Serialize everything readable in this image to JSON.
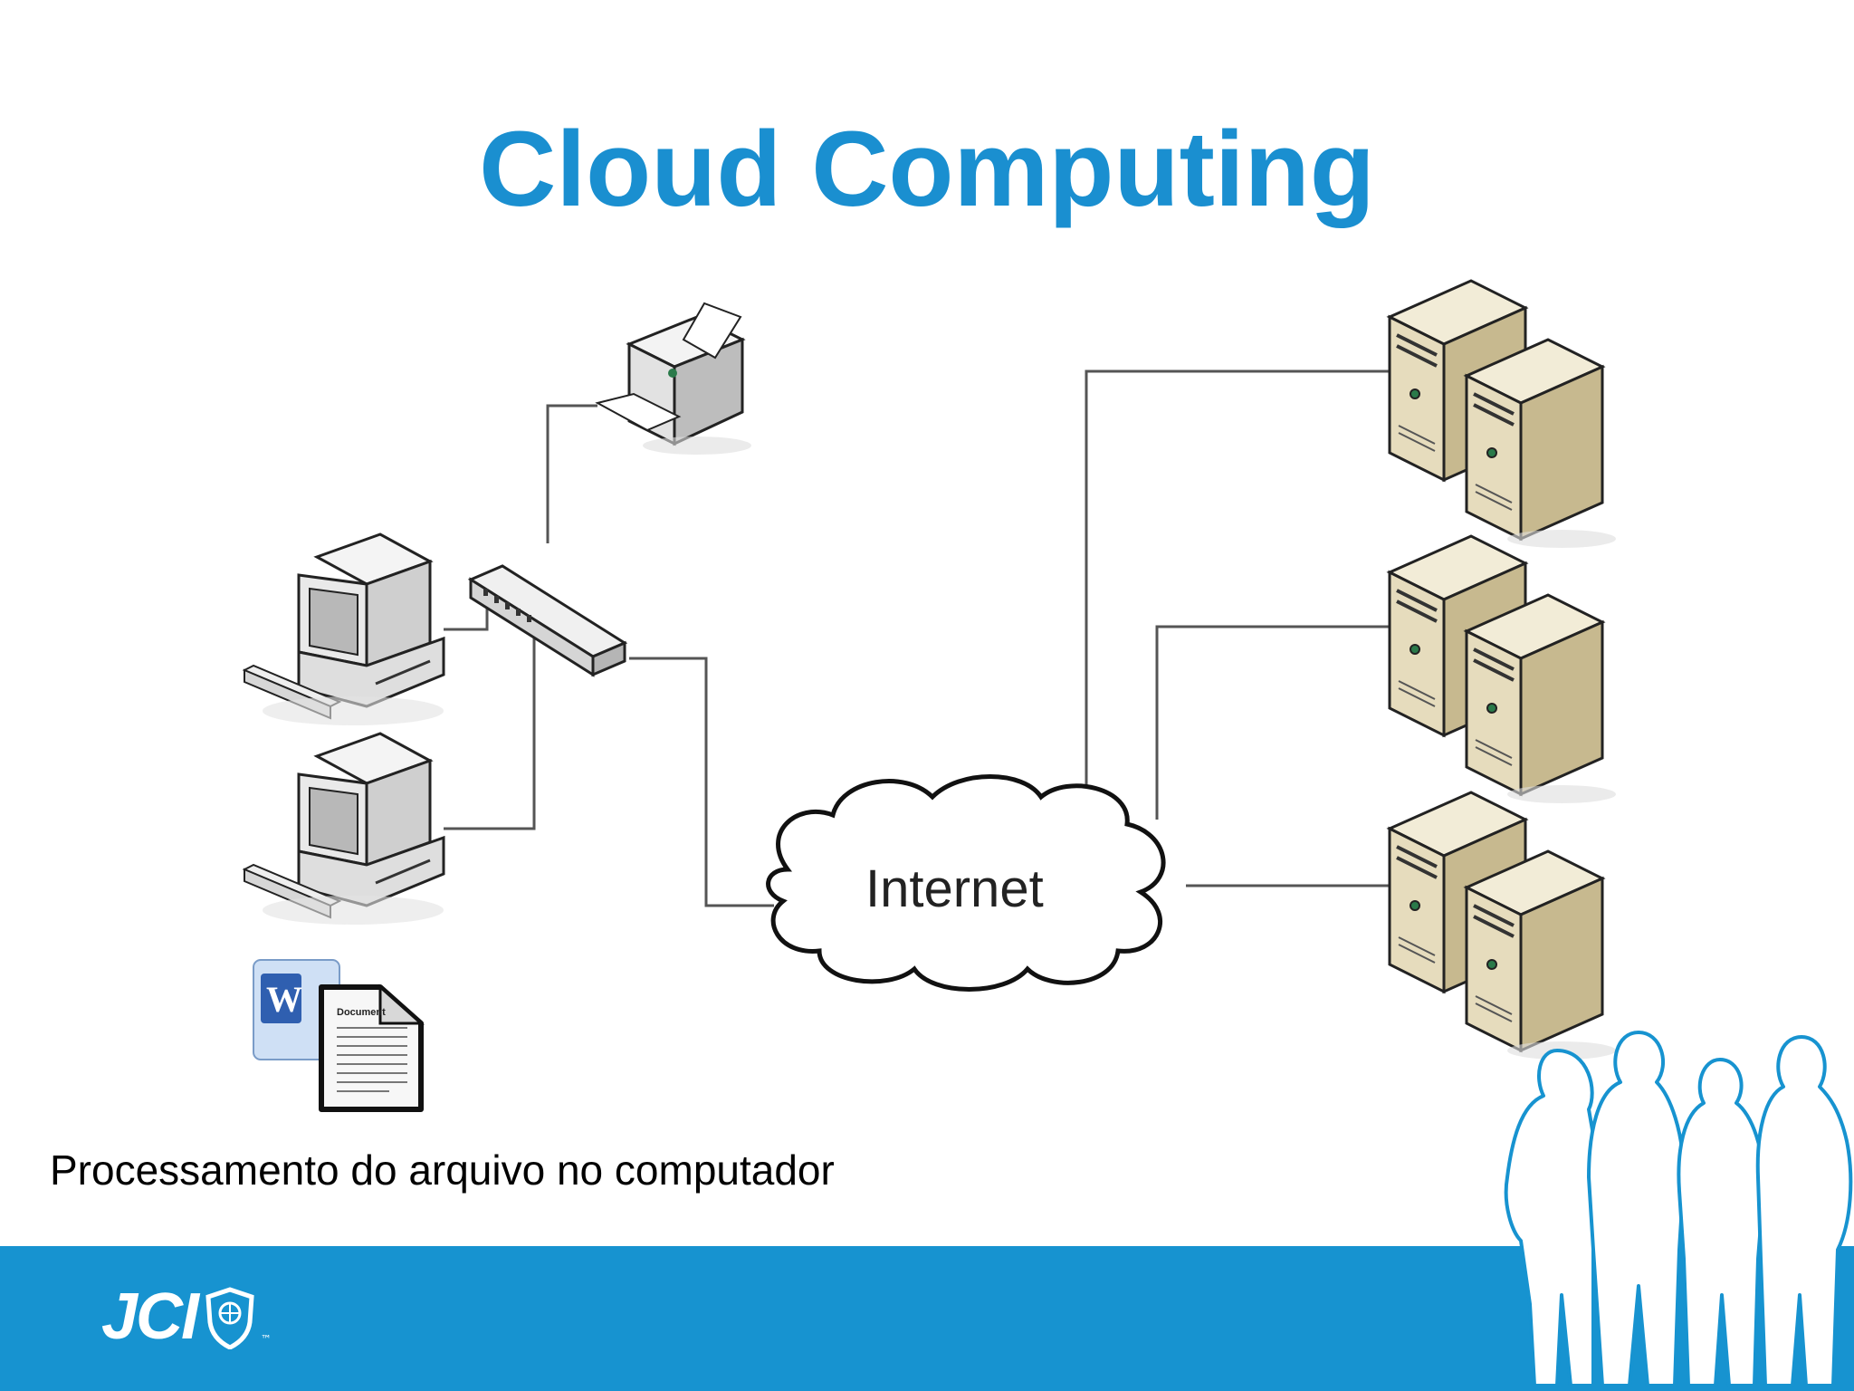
{
  "slide": {
    "title": "Cloud Computing",
    "caption": "Processamento do arquivo no computador",
    "network_label": "Internet",
    "doc_label": "Document",
    "logo_text": "JCI",
    "logo_tm": "™"
  },
  "colors": {
    "title": "#1a8fd0",
    "footer": "#1793d0",
    "line": "#555555",
    "server_body": "#e8e0c4",
    "server_side": "#c9bc97"
  },
  "icons": {
    "printer": "printer-icon",
    "switch": "network-switch-icon",
    "computer": "desktop-computer-icon",
    "document": "word-document-icon",
    "cloud": "cloud-icon",
    "server": "server-pair-icon",
    "logo": "jci-shield-icon",
    "people": "people-silhouette-icon"
  }
}
